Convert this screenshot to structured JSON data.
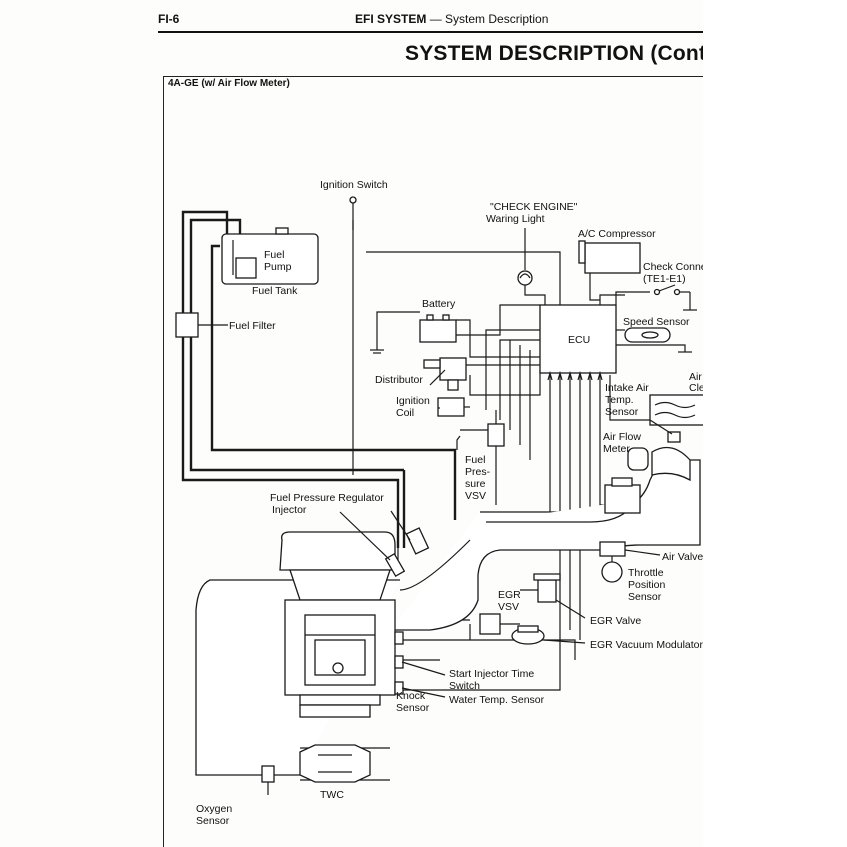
{
  "header": {
    "page_number": "FI-6",
    "section": "EFI SYSTEM",
    "dash": "—",
    "section_sub": "System Description",
    "title": "SYSTEM DESCRIPTION (Cont'd)"
  },
  "diagram": {
    "variant_label": "4A-GE (w/ Air Flow Meter)",
    "labels": {
      "ignition_switch": "Ignition Switch",
      "check_engine_1": "\"CHECK ENGINE\"",
      "check_engine_2": "Waring Light",
      "ac_compressor": "A/C Compressor",
      "check_conn_1": "Check Conne",
      "check_conn_2": "(TE1-E1)",
      "fuel_1": "Fuel",
      "fuel_2": "Pump",
      "fuel_tank": "Fuel Tank",
      "battery": "Battery",
      "ecu": "ECU",
      "fuel_filter": "Fuel Filter",
      "speed_sensor": "Speed Sensor",
      "distributor": "Distributor",
      "air_1": "Air",
      "air_2": "Clea",
      "ignition_1": "Ignition",
      "ignition_2": "Coil",
      "intake_1": "Intake Air",
      "intake_2": "Temp.",
      "intake_3": "Sensor",
      "afm_1": "Air Flow",
      "afm_2": "Meter",
      "fpvsv_1": "Fuel",
      "fpvsv_2": "Pres-",
      "fpvsv_3": "sure",
      "fpvsv_4": "VSV",
      "fpr": "Fuel Pressure Regulator",
      "injector": "Injector",
      "air_valve": "Air Valve",
      "tps_1": "Throttle",
      "tps_2": "Position",
      "tps_3": "Sensor",
      "egr_vsv_1": "EGR",
      "egr_vsv_2": "VSV",
      "egr_valve": "EGR Valve",
      "egr_vac_mod": "EGR Vacuum Modulator",
      "start_inj_1": "Start Injector Time",
      "start_inj_2": "Switch",
      "knock_1": "Knock",
      "knock_2": "Sensor",
      "water_temp": "Water Temp. Sensor",
      "oxygen_1": "Oxygen",
      "oxygen_2": "Sensor",
      "twc": "TWC"
    }
  }
}
